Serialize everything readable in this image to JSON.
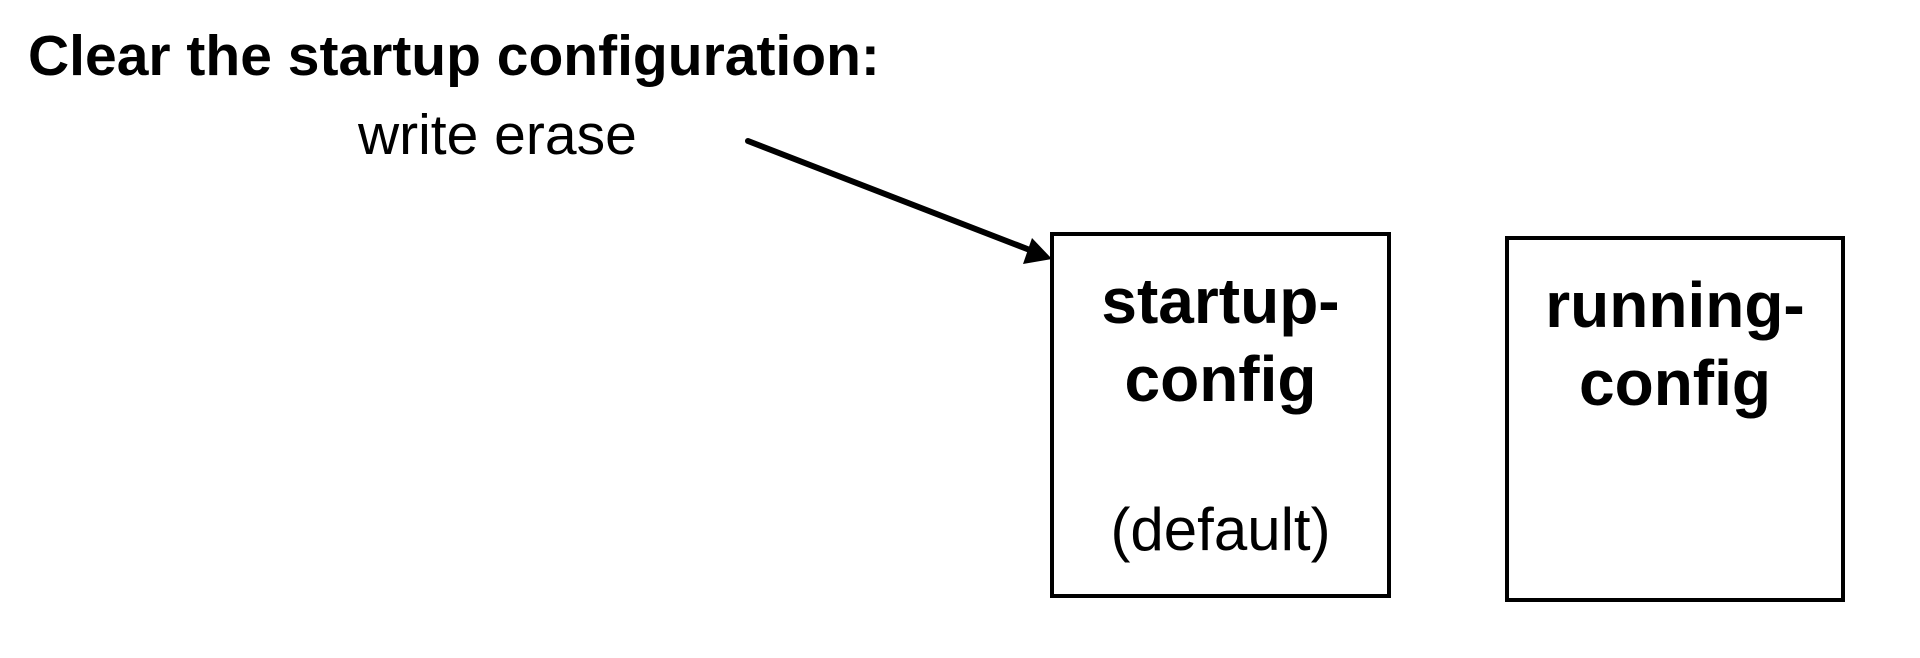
{
  "heading": "Clear the startup configuration:",
  "command": "write erase",
  "boxes": {
    "startup": {
      "line1": "startup-",
      "line2": "config",
      "note": "(default)"
    },
    "running": {
      "line1": "running-",
      "line2": "config"
    }
  },
  "colors": {
    "ink": "#000000",
    "background": "#ffffff"
  }
}
